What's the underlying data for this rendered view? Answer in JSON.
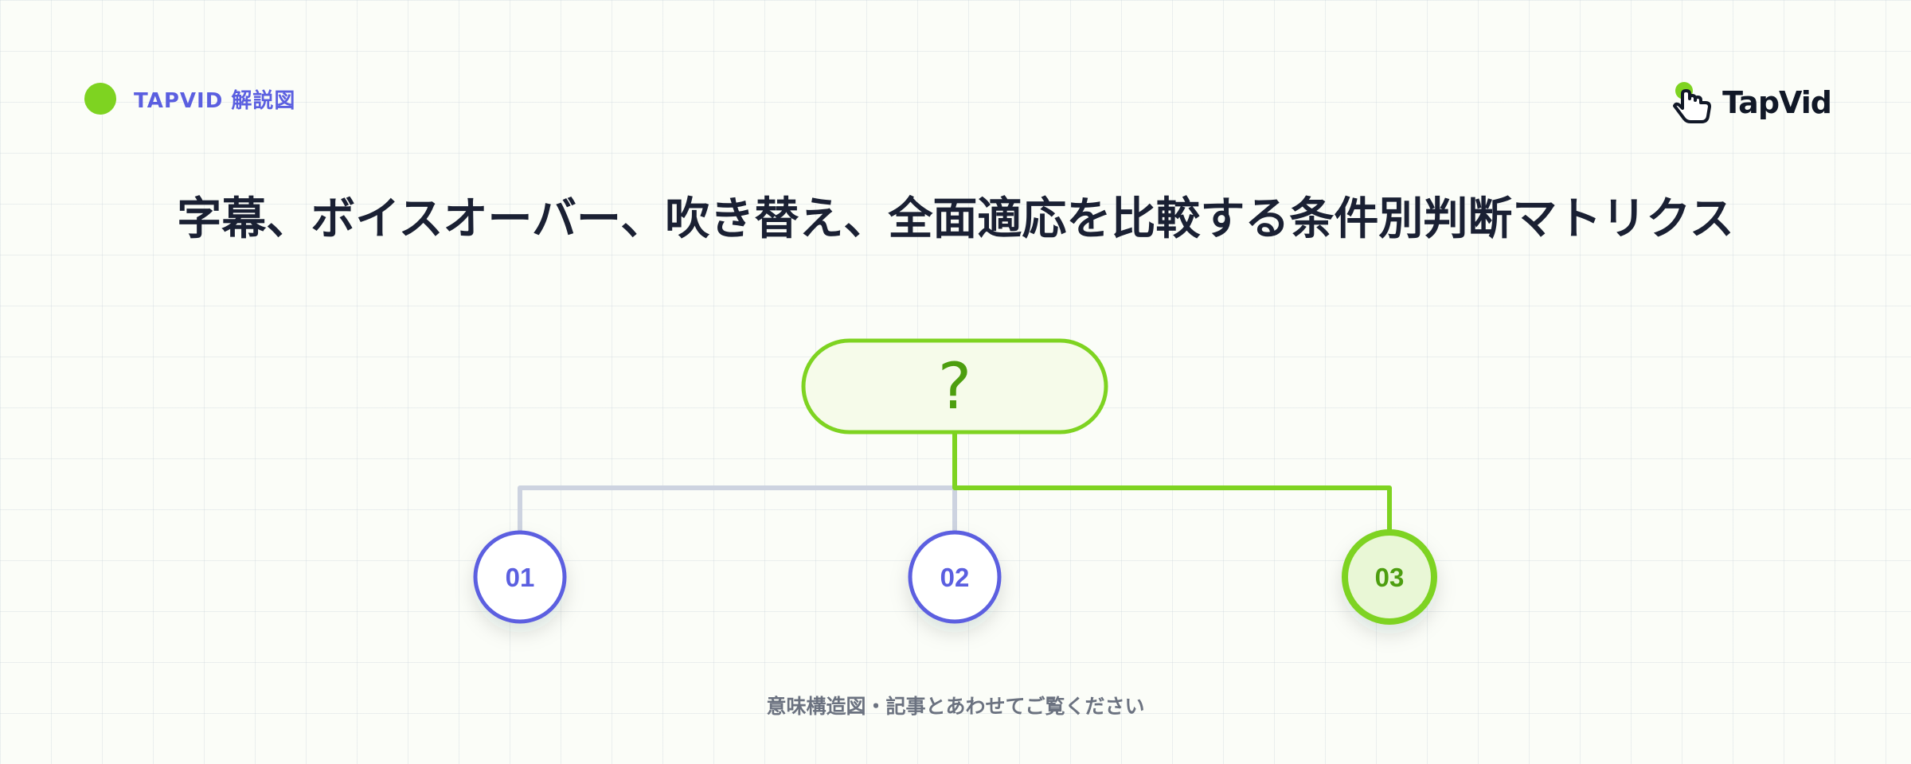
{
  "header": {
    "tag_label": "TAPVID 解説図",
    "logo_text": "TapVid"
  },
  "title": "字幕、ボイスオーバー、吹き替え、全面適応を比較する条件別判断マトリクス",
  "diagram": {
    "root": {
      "label": "?"
    },
    "nodes": [
      {
        "label": "01",
        "highlighted": false
      },
      {
        "label": "02",
        "highlighted": false
      },
      {
        "label": "03",
        "highlighted": true
      }
    ]
  },
  "footer": {
    "note": "意味構造図・記事とあわせてご覧ください"
  },
  "colors": {
    "accent_green": "#7ed321",
    "accent_green_dark": "#4d9e0f",
    "indigo": "#5b5fe0",
    "connector_gray": "#cdd3e0",
    "root_fill": "#f6fbea",
    "highlight_fill": "#e9f7d6"
  }
}
